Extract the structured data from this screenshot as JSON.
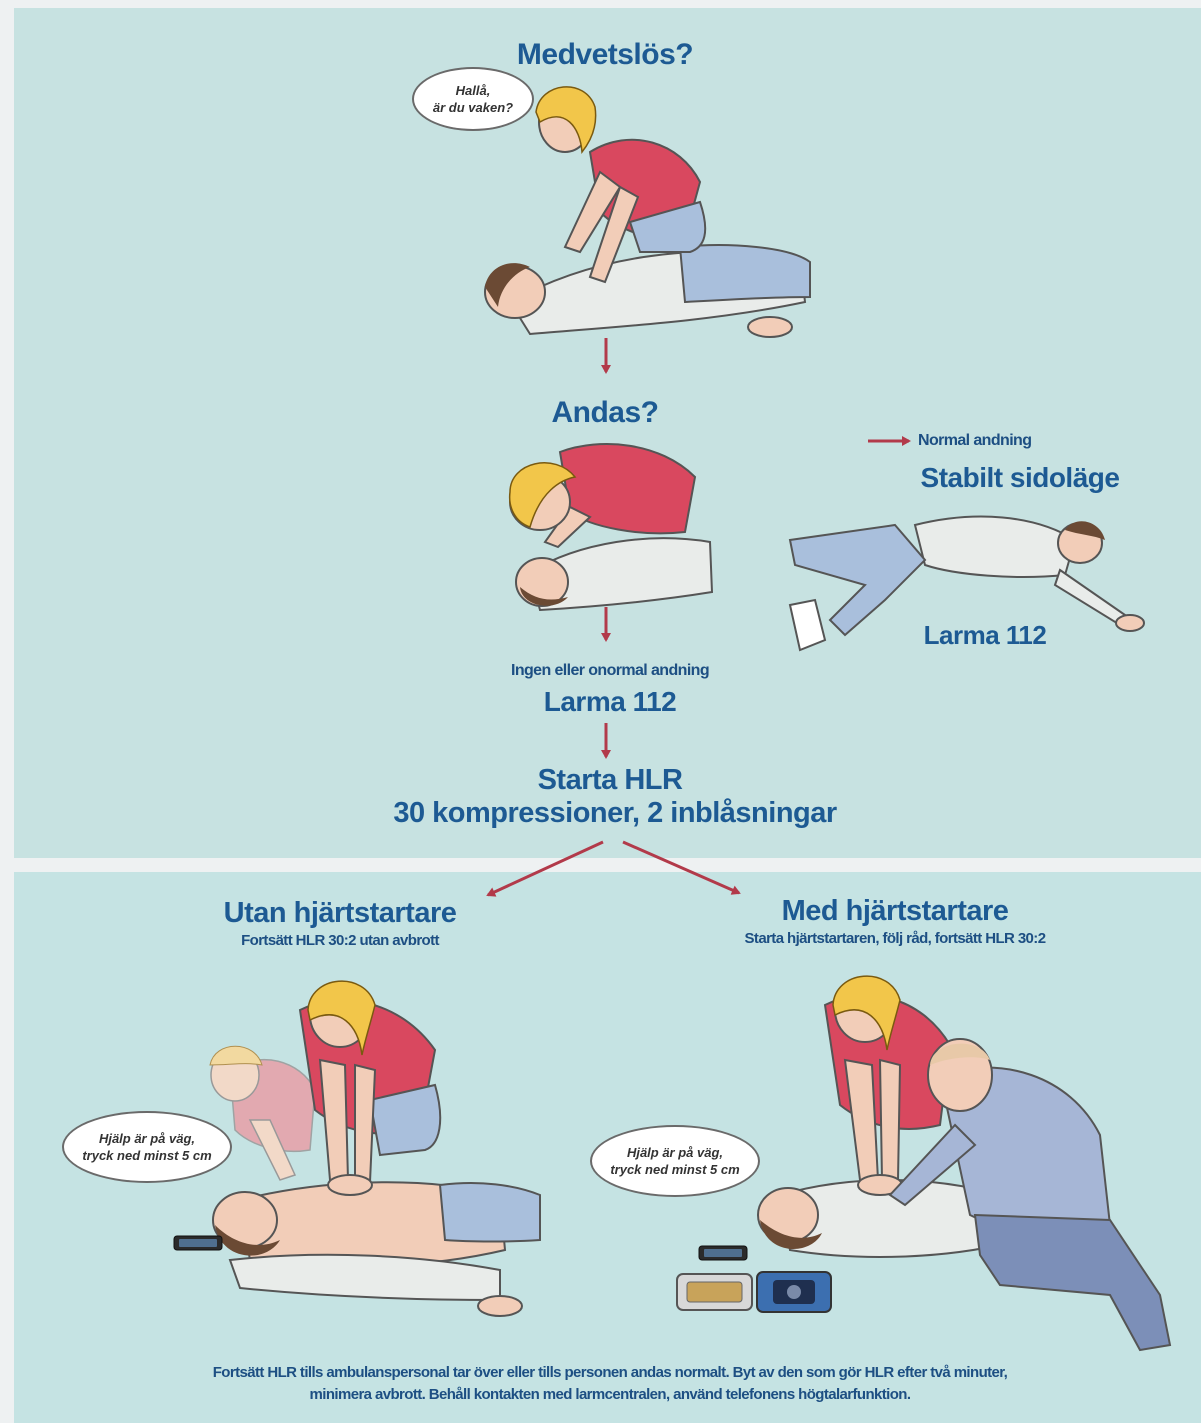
{
  "steps": {
    "unconscious": {
      "title": "Medvetslös?",
      "bubble": [
        "Hallå,",
        "är du vaken?"
      ]
    },
    "breathing": {
      "title": "Andas?"
    },
    "normal_breathing": {
      "label": "Normal andning",
      "title": "Stabilt sidoläge",
      "alarm": "Larma 112"
    },
    "no_breathing": {
      "label": "Ingen eller onormal andning",
      "alarm": "Larma 112"
    },
    "cpr": {
      "title": "Starta HLR",
      "subtitle": "30 kompressioner, 2 inblåsningar"
    }
  },
  "branches": {
    "without_aed": {
      "title": "Utan hjärtstartare",
      "subtitle": "Fortsätt HLR 30:2 utan avbrott",
      "bubble": [
        "Hjälp är på väg,",
        "tryck ned minst 5 cm"
      ]
    },
    "with_aed": {
      "title": "Med hjärtstartare",
      "subtitle": "Starta hjärtstartaren, följ råd, fortsätt HLR 30:2",
      "bubble": [
        "Hjälp är på väg,",
        "tryck ned minst 5 cm"
      ]
    }
  },
  "footer": [
    "Fortsätt HLR tills ambulanspersonal tar över eller tills personen andas normalt. Byt av den som gör HLR efter två minuter,",
    "minimera avbrott. Behåll kontakten med larmcentralen, använd telefonens högtalarfunktion."
  ],
  "colors": {
    "heading": "#1d5a93",
    "arrow": "#b23a4a",
    "panel_top": "#c7e2e1",
    "panel_bottom": "#c5e3e3",
    "shirt_red": "#d9485f",
    "jeans": "#a9bfdc",
    "hair_blonde": "#f2c64a"
  },
  "icons": [
    "phone-icon",
    "defibrillator-icon"
  ]
}
